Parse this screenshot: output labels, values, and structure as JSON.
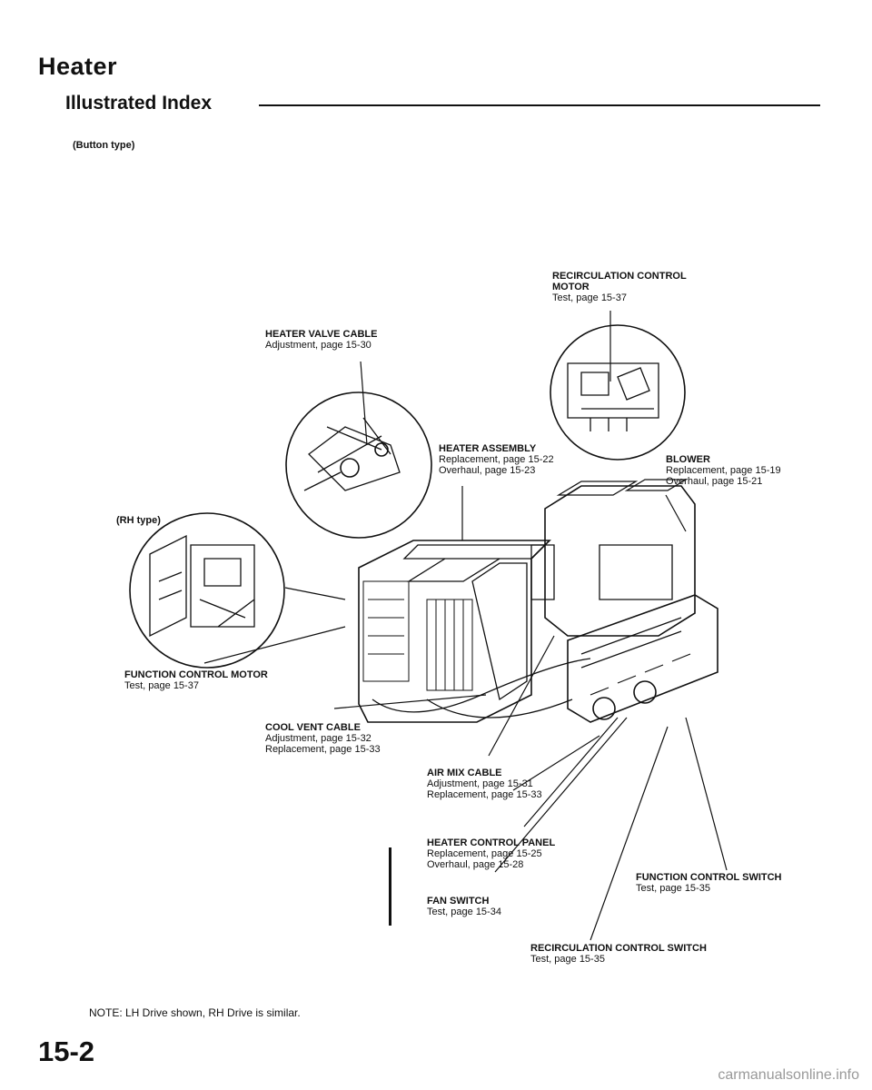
{
  "header": {
    "title": "Heater",
    "subtitle": "Illustrated Index",
    "variant_button": "(Button type)",
    "variant_rh": "(RH type)"
  },
  "callouts": {
    "recirc_motor": {
      "name_line1": "RECIRCULATION CONTROL",
      "name_line2": "MOTOR",
      "ref1": "Test, page 15-37"
    },
    "heater_valve_cable": {
      "name": "HEATER VALVE CABLE",
      "ref1": "Adjustment, page 15-30"
    },
    "heater_assembly": {
      "name": "HEATER ASSEMBLY",
      "ref1": "Replacement, page 15-22",
      "ref2": "Overhaul, page 15-23"
    },
    "blower": {
      "name": "BLOWER",
      "ref1": "Replacement, page 15-19",
      "ref2": "Overhaul, page 15-21"
    },
    "function_control_motor": {
      "name": "FUNCTION CONTROL MOTOR",
      "ref1": "Test, page 15-37"
    },
    "cool_vent_cable": {
      "name": "COOL VENT CABLE",
      "ref1": "Adjustment, page 15-32",
      "ref2": "Replacement, page 15-33"
    },
    "air_mix_cable": {
      "name": "AIR MIX CABLE",
      "ref1": "Adjustment, page 15-31",
      "ref2": "Replacement, page 15-33"
    },
    "heater_control_panel": {
      "name": "HEATER CONTROL PANEL",
      "ref1": "Replacement, page 15-25",
      "ref2": "Overhaul, page 15-28"
    },
    "fan_switch": {
      "name": "FAN SWITCH",
      "ref1": "Test, page 15-34"
    },
    "function_control_switch": {
      "name": "FUNCTION CONTROL SWITCH",
      "ref1": "Test, page 15-35"
    },
    "recirc_switch": {
      "name": "RECIRCULATION CONTROL SWITCH",
      "ref1": "Test, page 15-35"
    }
  },
  "footer": {
    "note": "NOTE: LH Drive shown, RH Drive is similar.",
    "page_number": "15-2",
    "watermark": "carmanualsonline.info"
  }
}
